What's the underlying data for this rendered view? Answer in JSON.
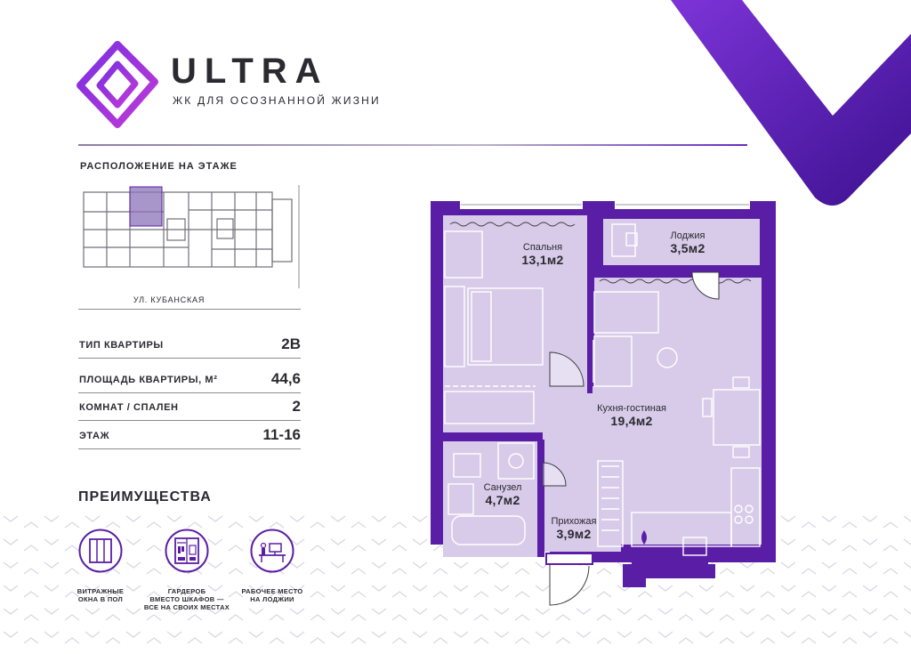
{
  "brand": {
    "name": "ULTRA",
    "tagline": "ЖК ДЛЯ ОСОЗНАННОЙ ЖИЗНИ",
    "accent_color": "#5a1ea6",
    "accent_dark": "#3f1180"
  },
  "floor_location": {
    "heading": "РАСПОЛОЖЕНИЕ НА ЭТАЖЕ",
    "street": "УЛ. КУБАНСКАЯ"
  },
  "specs": [
    {
      "label": "ТИП КВАРТИРЫ",
      "value": "2В"
    },
    {
      "label": "ПЛОЩАДЬ КВАРТИРЫ, М²",
      "value": "44,6"
    },
    {
      "label": "КОМНАТ / СПАЛЕН",
      "value": "2"
    },
    {
      "label": "ЭТАЖ",
      "value": "11-16"
    }
  ],
  "advantages": {
    "heading": "ПРЕИМУЩЕСТВА",
    "items": [
      {
        "icon": "stained-glass-window-icon",
        "line1": "ВИТРАЖНЫЕ",
        "line2": "ОКНА В ПОЛ",
        "line3": ""
      },
      {
        "icon": "wardrobe-icon",
        "line1": "ГАРДЕРОБ",
        "line2": "ВМЕСТО ШКАФОВ —",
        "line3": "ВСЕ НА СВОИХ МЕСТАХ"
      },
      {
        "icon": "workplace-icon",
        "line1": "РАБОЧЕЕ МЕСТО",
        "line2": "НА ЛОДЖИИ",
        "line3": ""
      }
    ]
  },
  "rooms": {
    "bedroom": {
      "name": "Спальня",
      "area": "13,1м2"
    },
    "loggia": {
      "name": "Лоджия",
      "area": "3,5м2"
    },
    "kitchen": {
      "name": "Кухня-гостиная",
      "area": "19,4м2"
    },
    "bathroom": {
      "name": "Санузел",
      "area": "4,7м2"
    },
    "hallway": {
      "name": "Прихожая",
      "area": "3,9м2"
    }
  }
}
